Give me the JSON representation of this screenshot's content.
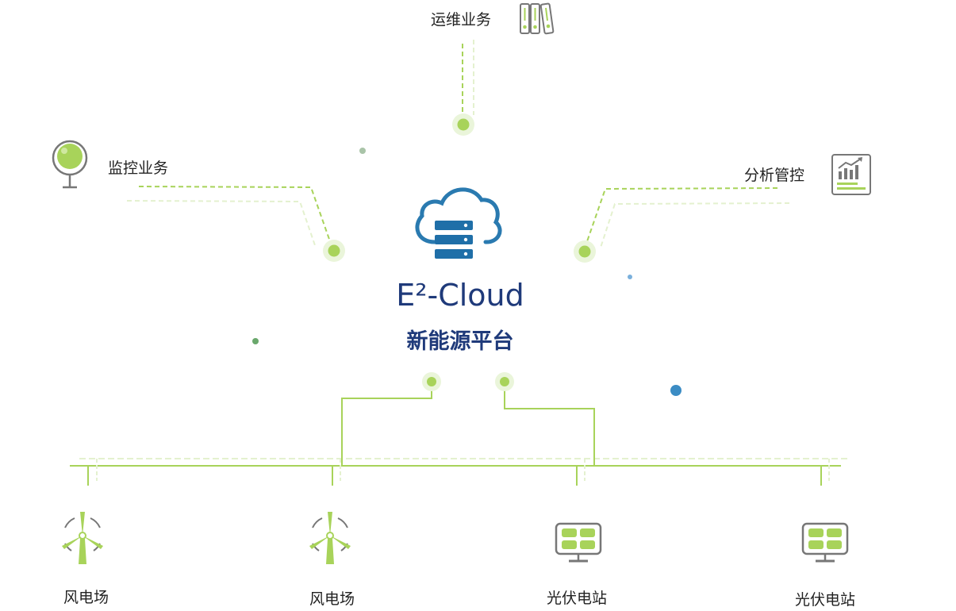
{
  "center": {
    "title": "E²-Cloud",
    "subtitle": "新能源平台",
    "icon": "cloud-server-icon"
  },
  "top_nodes": [
    {
      "label": "运维业务",
      "icon": "binders-icon"
    },
    {
      "label": "监控业务",
      "icon": "monitor-globe-icon"
    },
    {
      "label": "分析管控",
      "icon": "analytics-chart-icon"
    }
  ],
  "bottom_nodes": [
    {
      "label": "风电场",
      "icon": "wind-turbine-icon"
    },
    {
      "label": "风电场",
      "icon": "wind-turbine-icon"
    },
    {
      "label": "光伏电站",
      "icon": "solar-panel-icon"
    },
    {
      "label": "光伏电站",
      "icon": "solar-panel-icon"
    }
  ],
  "colors": {
    "accent_green": "#a8d35a",
    "light_green": "#d8ebb4",
    "brand_blue": "#1f3a7a",
    "icon_blue": "#2a7ab0",
    "icon_gray": "#666666"
  }
}
